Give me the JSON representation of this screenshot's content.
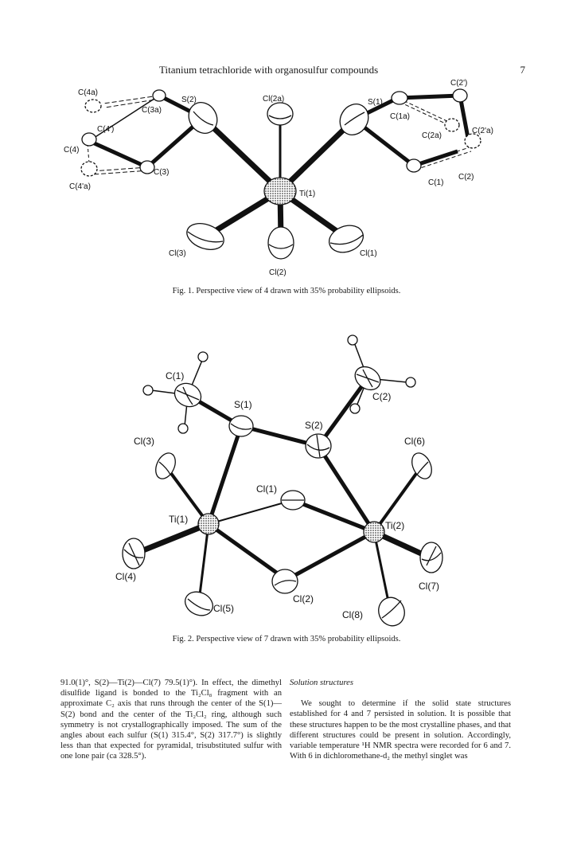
{
  "header": {
    "title": "Titanium tetrachloride with organosulfur compounds",
    "page_number": "7"
  },
  "figure1": {
    "caption": "Fig. 1. Perspective view of 4 drawn with 35% probability ellipsoids.",
    "labels": {
      "c4a": "C(4a)",
      "s2": "S(2)",
      "cl2a": "Cl(2a)",
      "s1": "S(1)",
      "c2p": "C(2')",
      "c3a": "C(3a)",
      "c1a": "C(1a)",
      "c4p": "C(4')",
      "c2a": "C(2a)",
      "c2pa": "C(2'a)",
      "c4": "C(4)",
      "c3": "C(3)",
      "c4pa": "C(4'a)",
      "c1": "C(1)",
      "c2": "C(2)",
      "ti1": "Ti(1)",
      "cl3": "Cl(3)",
      "cl1": "Cl(1)",
      "cl2": "Cl(2)"
    }
  },
  "figure2": {
    "caption": "Fig. 2. Perspective view of 7 drawn with 35% probability ellipsoids.",
    "labels": {
      "c1": "C(1)",
      "c2": "C(2)",
      "s1": "S(1)",
      "s2": "S(2)",
      "cl3": "Cl(3)",
      "cl6": "Cl(6)",
      "cl1": "Cl(1)",
      "ti1": "Ti(1)",
      "ti2": "Ti(2)",
      "cl4": "Cl(4)",
      "cl7": "Cl(7)",
      "cl2": "Cl(2)",
      "cl5": "Cl(5)",
      "cl8": "Cl(8)"
    }
  },
  "text": {
    "left_column": "91.0(1)°, S(2)—Ti(2)—Cl(7) 79.5(1)°). In effect, the dimethyl disulfide ligand is bonded to the Ti₂Cl₈ fragment with an approximate C₂ axis that runs through the center of the S(1)—S(2) bond and the center of the Ti₂Cl₂ ring, although such symmetry is not crystallographically imposed. The sum of the angles about each sulfur (S(1) 315.4°, S(2) 317.7°) is slightly less than that expected for pyramidal, trisubstituted sulfur with one lone pair (ca 328.5°).",
    "section_heading": "Solution structures",
    "right_column": "We sought to determine if the solid state structures established for 4 and 7 persisted in solution. It is possible that these structures happen to be the most crystalline phases, and that different structures could be present in solution. Accordingly, variable temperature ¹H NMR spectra were recorded for 6 and 7. With 6 in dichloromethane-d₂ the methyl singlet was"
  }
}
